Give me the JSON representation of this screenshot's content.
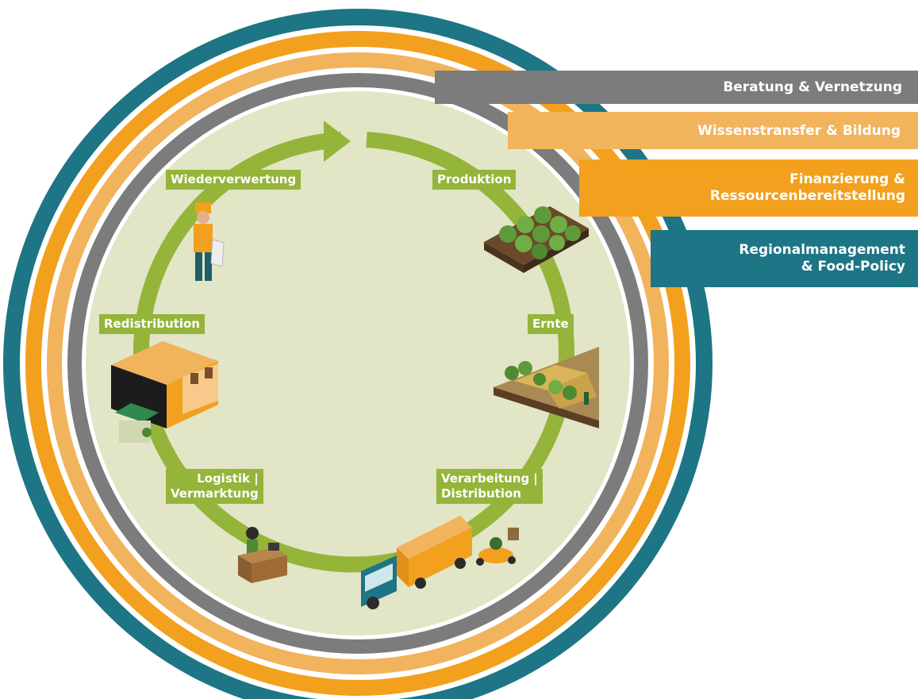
{
  "colors": {
    "outer_teal": "#1d7585",
    "orange": "#f2a01d",
    "light_orange": "#f2b35d",
    "gray": "#7c7c7c",
    "inner_fill": "#e2e5c6",
    "cycle_green": "#95b43a"
  },
  "bands": {
    "beratung": [
      "Beratung & Vernetzung"
    ],
    "wissen": [
      "Wissenstransfer & Bildung"
    ],
    "finanzierung": [
      "Finanzierung &",
      "Ressourcenbereitstellung"
    ],
    "regional": [
      "Regionalmanagement",
      "& Food-Policy"
    ]
  },
  "cycle": {
    "wiederverwertung": [
      "Wiederverwertung"
    ],
    "produktion": [
      "Produktion"
    ],
    "redistribution": [
      "Redistribution"
    ],
    "ernte": [
      "Ernte"
    ],
    "logistik": [
      "Logistik |",
      "Vermarktung"
    ],
    "verarbeitung": [
      "Verarbeitung |",
      "Distribution"
    ]
  },
  "illustrations": {
    "produktion": "cabbage-field-icon",
    "ernte": "harvest-field-icon",
    "verarbeitung": "truck-and-scooter-icon",
    "logistik": "office-desk-icon",
    "redistribution": "market-building-icon",
    "wiederverwertung": "person-with-bag-icon"
  }
}
